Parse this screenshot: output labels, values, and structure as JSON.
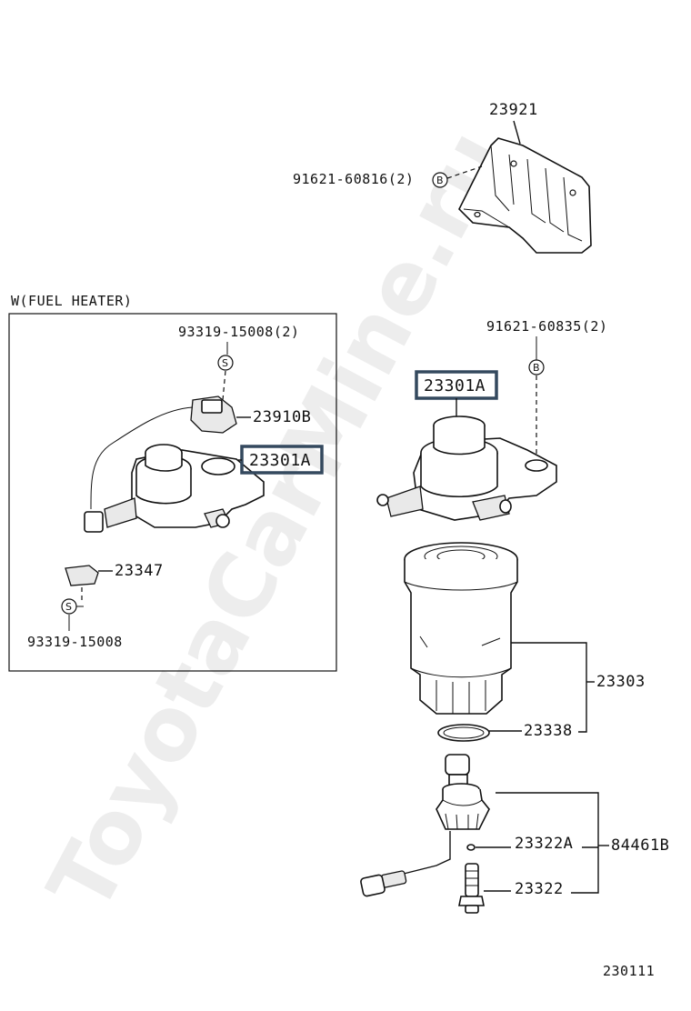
{
  "watermark": "ToyotaCarMine.ru",
  "inset": {
    "title": "W(FUEL HEATER)"
  },
  "labels": {
    "p23921": "23921",
    "p91621_60816": "91621-60816(2)",
    "p91621_60835": "91621-60835(2)",
    "p23301A_main": "23301A",
    "p23303": "23303",
    "p23338": "23338",
    "p23322A": "23322A",
    "p84461B": "84461B",
    "p23322": "23322",
    "p93319_15008_2": "93319-15008(2)",
    "p23910B": "23910B",
    "p23301A_inset": "23301A",
    "p23347": "23347",
    "p93319_15008": "93319-15008",
    "figure_number": "230111"
  },
  "symbols": {
    "B": "B",
    "S": "S"
  },
  "colors": {
    "highlight_box": "#34495e",
    "line": "#111111"
  }
}
